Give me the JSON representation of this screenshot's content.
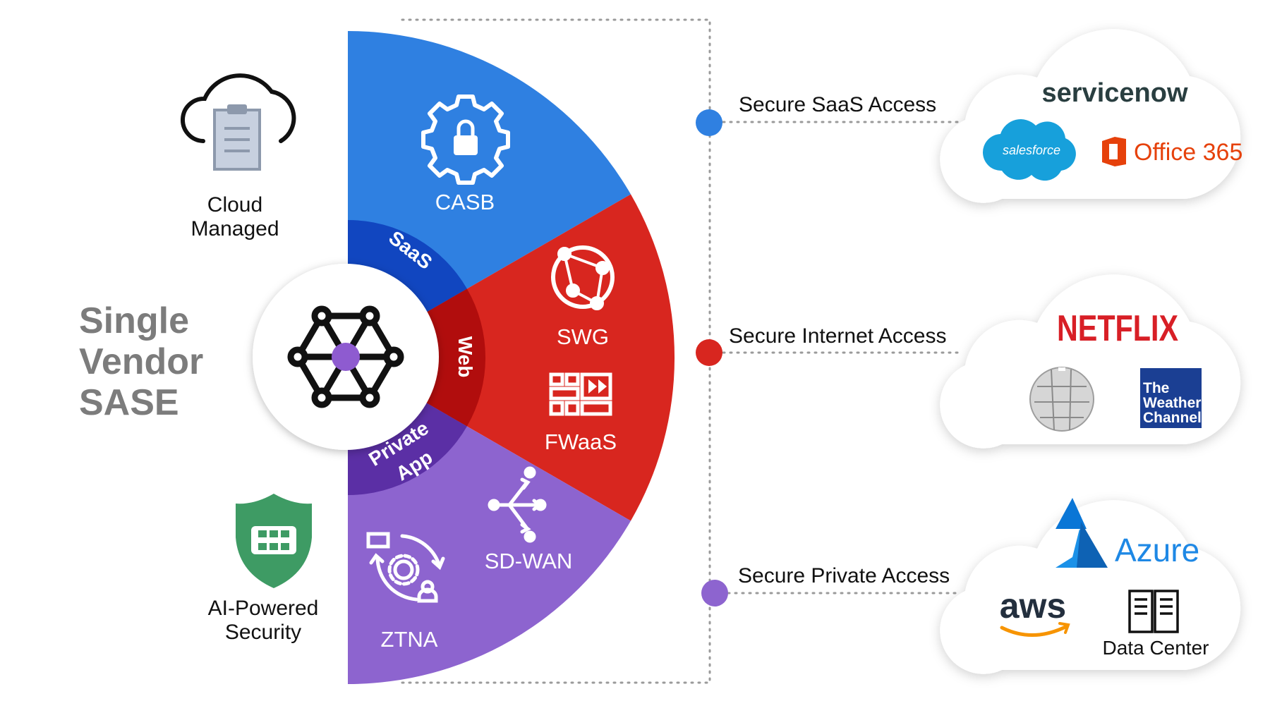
{
  "left": {
    "cloud_managed": [
      "Cloud",
      "Managed"
    ],
    "title": [
      "Single",
      "Vendor",
      "SASE"
    ],
    "ai_security": [
      "AI-Powered",
      "Security"
    ]
  },
  "rings": {
    "saas": "SaaS",
    "web": "Web",
    "private_app": [
      "Private",
      "App"
    ]
  },
  "segments": {
    "casb": "CASB",
    "swg": "SWG",
    "fwaas": "FWaaS",
    "sdwan": "SD-WAN",
    "ztna": "ZTNA"
  },
  "access": {
    "saas": "Secure SaaS Access",
    "internet": "Secure Internet Access",
    "private": "Secure Private Access"
  },
  "clouds": {
    "saas": {
      "servicenow": "servicenow",
      "salesforce": "salesforce",
      "office365": "Office 365"
    },
    "internet": {
      "netflix": "NETFLIX",
      "weather": [
        "The",
        "Weather",
        "Channel"
      ]
    },
    "private": {
      "azure": "Azure",
      "aws": "aws",
      "datacenter": "Data Center"
    }
  },
  "colors": {
    "blue": "#2f80e1",
    "blue_dark": "#1146c0",
    "red": "#d8261f",
    "red_dark": "#b10d0d",
    "purple": "#8d64cf",
    "purple_dark": "#5b2fa5",
    "green": "#3e9b64",
    "gray_title": "#7c7c7c"
  }
}
